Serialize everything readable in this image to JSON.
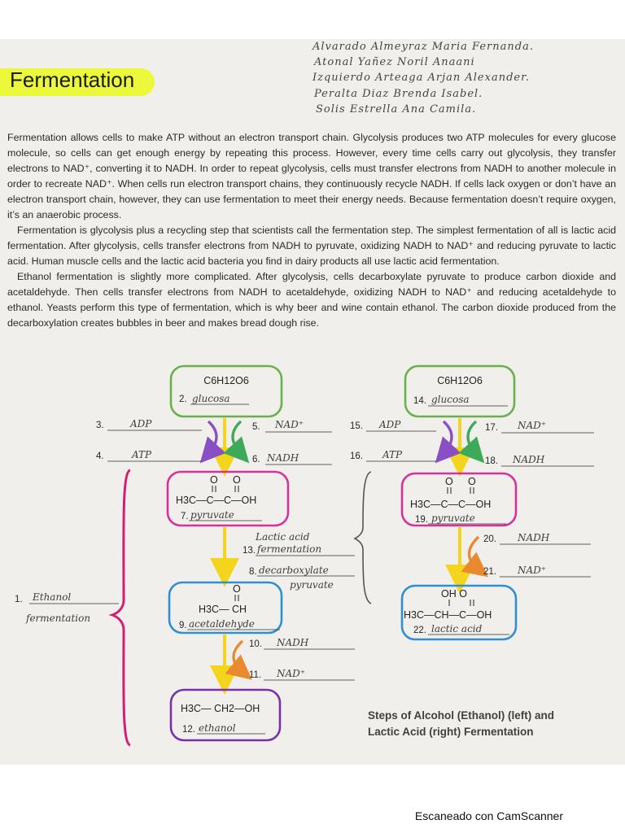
{
  "title": "Fermentation",
  "students": [
    "Alvarado Almeyraz Maria Fernanda.",
    "Atonal Yañez Noril Anaani",
    "Izquierdo Arteaga Arjan Alexander.",
    "Peralta Diaz Brenda Isabel.",
    "Solis Estrella Ana Camila."
  ],
  "paragraphs": [
    "Fermentation allows cells to make ATP without an electron transport chain. Glycolysis produces two ATP molecules for every glucose molecule, so cells can get enough energy by repeating this process. However, every time cells carry out glycolysis, they transfer electrons to NAD⁺, converting it to NADH. In order to repeat glycolysis, cells must transfer electrons from NADH to another molecule in order to recreate NAD⁺. When cells run electron transport chains, they continuously recycle NADH. If cells lack oxygen or don’t have an electron transport chain, however, they can use fermentation to meet their energy needs. Because fermentation doesn’t require oxygen, it’s an anaerobic process.",
    "Fermentation is glycolysis plus a recycling step that scientists call the fermentation step. The simplest fermentation of all is lactic acid fermentation. After glycolysis, cells transfer electrons from NADH to pyruvate, oxidizing NADH to NAD⁺ and reducing pyruvate to lactic acid. Human muscle cells and the lactic acid bacteria you find in dairy products all use lactic acid fermentation.",
    "Ethanol fermentation is slightly more complicated. After glycolysis, cells decarboxylate pyruvate to produce carbon dioxide and acetaldehyde. Then cells transfer electrons from NADH to acetaldehyde, oxidizing NADH to NAD⁺ and reducing acetaldehyde to ethanol. Yeasts perform this type of fermentation, which is why beer and wine contain ethanol. The carbon dioxide produced from the decarboxylation creates bubbles in beer and makes bread dough rise."
  ],
  "labels": {
    "n1": "1.",
    "n2": "2.",
    "n3": "3.",
    "n4": "4.",
    "n5": "5.",
    "n6": "6.",
    "n7": "7.",
    "n8": "8.",
    "n9": "9.",
    "n10": "10.",
    "n11": "11.",
    "n12": "12.",
    "n13": "13.",
    "n14": "14.",
    "n15": "15.",
    "n16": "16.",
    "n17": "17.",
    "n18": "18.",
    "n19": "19.",
    "n20": "20.",
    "n21": "21.",
    "n22": "22."
  },
  "answers": {
    "a1a": "Ethanol",
    "a1b": "fermentation",
    "a2": "glucosa",
    "a3": "ADP",
    "a4": "ATP",
    "a5": "NAD⁺",
    "a6": "NADH",
    "a7": "pyruvate",
    "a8a": "decarboxylate",
    "a8b": "pyruvate",
    "a9": "acetaldehyde",
    "a10": "NADH",
    "a11": "NAD⁺",
    "a12": "ethanol",
    "a13a": "Lactic acid",
    "a13b": "fermentation",
    "a14": "glucosa",
    "a15": "ADP",
    "a16": "ATP",
    "a17": "NAD⁺",
    "a18": "NADH",
    "a19": "pyruvate",
    "a20": "NADH",
    "a21": "NAD⁺",
    "a22": "lactic acid"
  },
  "molecules": {
    "glucose": "C6H12O6",
    "o_atom": "O",
    "pyruvate_row": "H3C—C—C—OH",
    "acetaldehyde_row": "H3C— CH",
    "ethanol_row": "H3C— CH2—OH",
    "lactic_top": "OH  O",
    "lactic_row": "H3C—CH—C—OH"
  },
  "caption_lines": [
    "Steps of Alcohol (Ethanol) (left) and",
    "Lactic Acid (right) Fermentation"
  ],
  "watermark": "Escaneado con CamScanner",
  "colors": {
    "highlight": "#ecf83a",
    "green_box": "#6ab04c",
    "magenta_box": "#d6339a",
    "blue_box": "#2f8fd0",
    "purple_box": "#7b2fa8",
    "yellow_arrow": "#f2d51c",
    "orange_arrow": "#e98a2e",
    "brace": "#d21f74"
  }
}
